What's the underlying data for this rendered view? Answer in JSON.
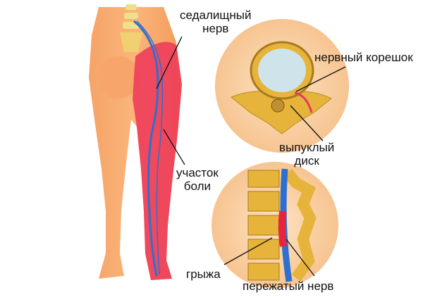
{
  "labels": {
    "sciatic_nerve": [
      "седалищный",
      "нерв"
    ],
    "nerve_root": "нервный корешок",
    "bulging_disc": [
      "выпуклый",
      "диск"
    ],
    "pain_area": [
      "участок",
      "боли"
    ],
    "hernia": "грыжа",
    "pinched_nerve": "пережатый нерв"
  },
  "colors": {
    "skin": "#f7a56a",
    "pain": "#ee3d5a",
    "nerve": "#2f6fd0",
    "bone": "#e6b43a",
    "circle_bg": "#fbd9b0"
  }
}
